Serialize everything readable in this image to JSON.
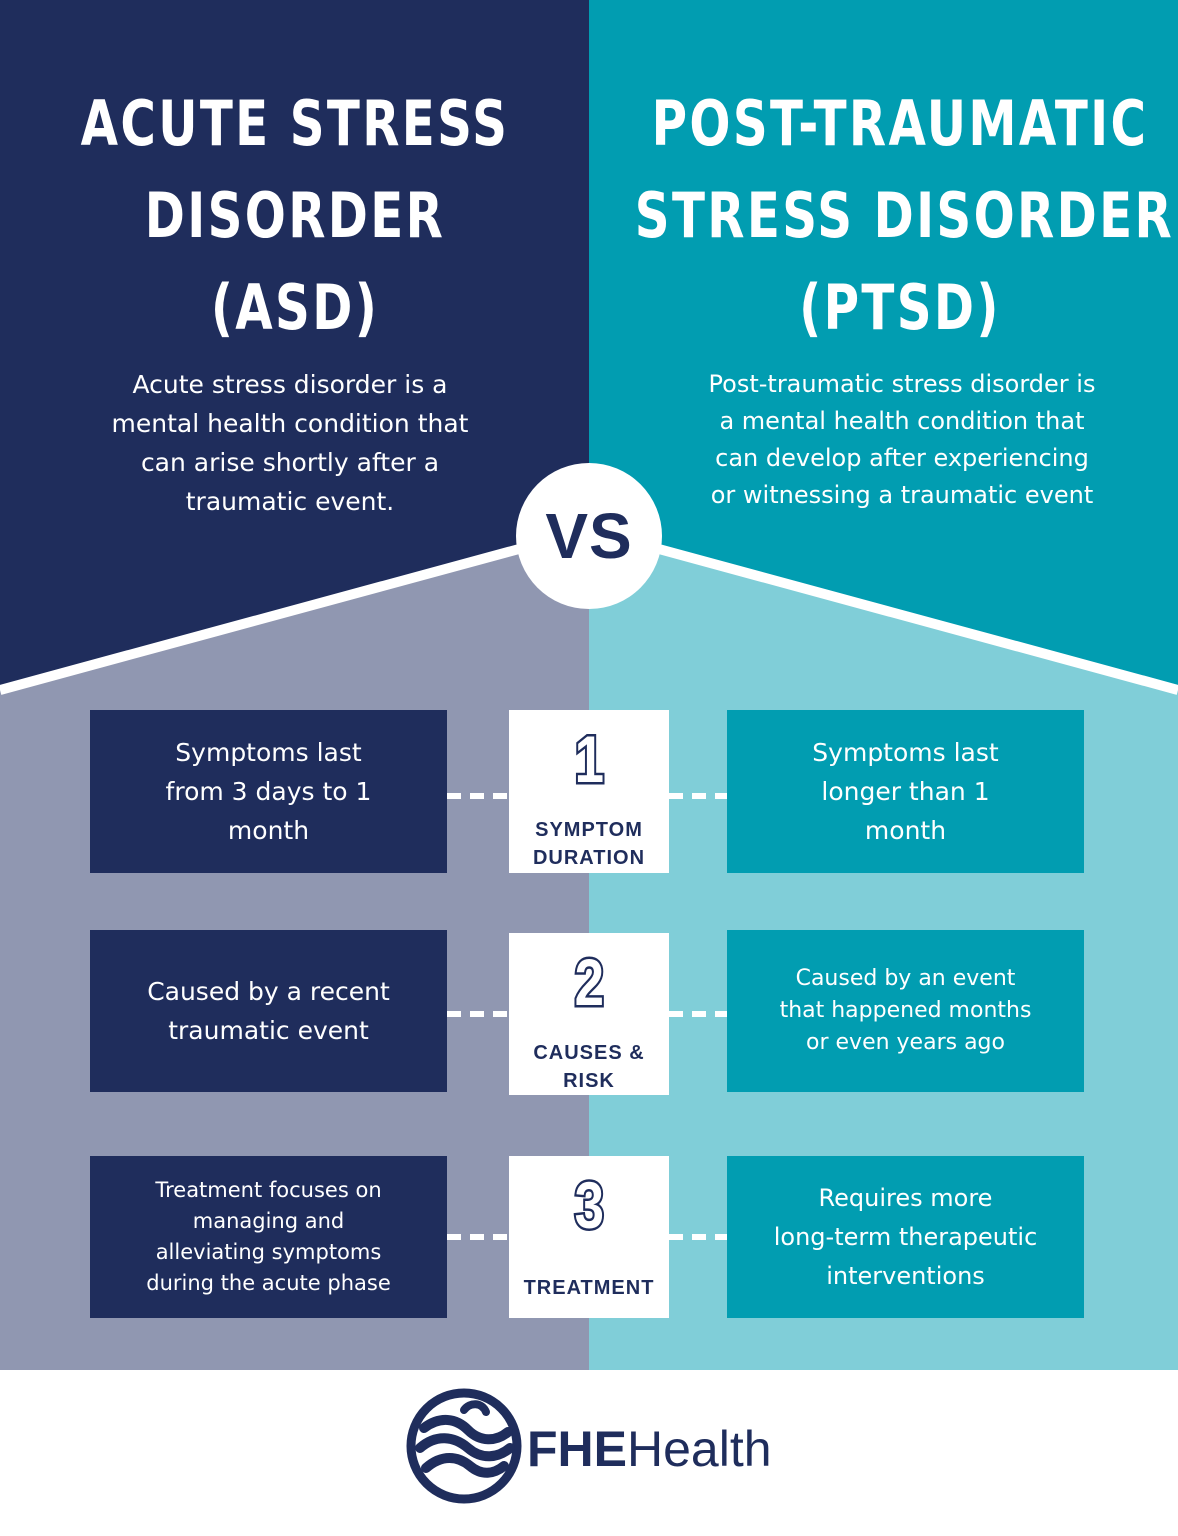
{
  "asd": {
    "title_lines": [
      "ACUTE STRESS",
      "DISORDER",
      "(ASD)"
    ],
    "description_lines": [
      "Acute stress disorder is a",
      "mental health condition that",
      "can arise shortly after a",
      "traumatic event."
    ]
  },
  "ptsd": {
    "title_lines": [
      "POST-TRAUMATIC",
      "STRESS DISORDER",
      "(PTSD)"
    ],
    "description_lines": [
      "Post-traumatic stress disorder is",
      "a mental health condition that",
      "can develop after experiencing",
      "or witnessing a traumatic event"
    ]
  },
  "vs_label": "VS",
  "comparisons": [
    {
      "number": "1",
      "label_lines": [
        "SYMPTOM",
        "DURATION"
      ],
      "asd_lines": [
        "Symptoms last",
        "from 3 days to 1",
        "month"
      ],
      "ptsd_lines": [
        "Symptoms last",
        "longer than 1",
        "month"
      ]
    },
    {
      "number": "2",
      "label_lines": [
        "CAUSES &",
        "RISK"
      ],
      "asd_lines": [
        "Caused by a recent",
        "traumatic event"
      ],
      "ptsd_lines": [
        "Caused by an event",
        "that happened months",
        "or even years ago"
      ]
    },
    {
      "number": "3",
      "label_lines": [
        "TREATMENT"
      ],
      "asd_lines": [
        "Treatment focuses on",
        "managing and",
        "alleviating symptoms",
        "during the acute phase"
      ],
      "ptsd_lines": [
        "Requires more",
        "long-term therapeutic",
        "interventions"
      ]
    }
  ],
  "brand": {
    "bold": "FHE",
    "regular": "Health"
  },
  "colors": {
    "navy": "#1f2d5c",
    "teal": "#019db1",
    "gray_blue": "#9097b1",
    "light_teal": "#80ced8",
    "white": "#ffffff"
  }
}
